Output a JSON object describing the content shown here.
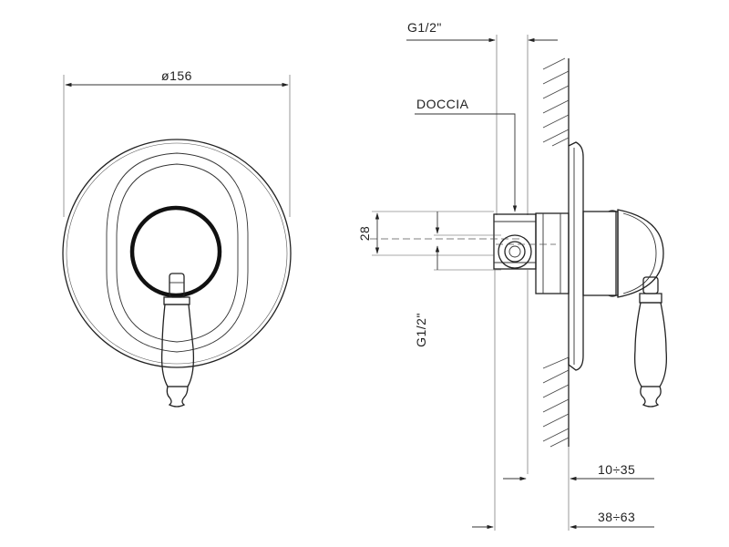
{
  "dimensions": {
    "diameter": "ø156",
    "inlet_top": "G1/2\"",
    "outlet_label": "DOCCIA",
    "height": "28",
    "inlet_side": "G1/2\"",
    "depth_small": "10÷35",
    "depth_large": "38÷63"
  }
}
